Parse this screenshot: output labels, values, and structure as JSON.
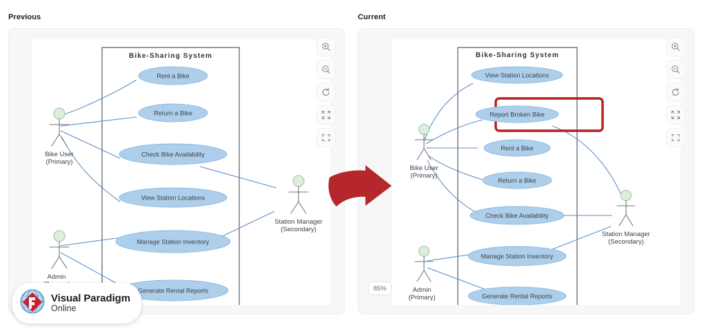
{
  "panels": [
    {
      "caption": "Previous",
      "diagram": {
        "system_title": "Bike-Sharing System",
        "use_cases": [
          "Rent a Bike",
          "Return a Bike",
          "Check Bike Availability",
          "View Station Locations",
          "Manage Station Inventory",
          "Generate Rental Reports"
        ],
        "actors": [
          {
            "name": "Bike User",
            "role": "(Primary)"
          },
          {
            "name": "Admin",
            "role": "(Primary)"
          },
          {
            "name": "Station Manager",
            "role": "(Secondary)"
          }
        ]
      },
      "toolbar": [
        {
          "icon": "zoom-in-icon",
          "label": "Zoom In"
        },
        {
          "icon": "zoom-out-icon",
          "label": "Zoom Out"
        },
        {
          "icon": "reset-icon",
          "label": "Reset View"
        },
        {
          "icon": "fit-screen-icon",
          "label": "Fit to Screen"
        },
        {
          "icon": "fullscreen-icon",
          "label": "Fullscreen"
        }
      ]
    },
    {
      "caption": "Current",
      "diagram": {
        "system_title": "Bike-Sharing System",
        "use_cases": [
          "View Station Locations",
          "Report Broken Bike",
          "Rent a Bike",
          "Return a Bike",
          "Check Bike Availability",
          "Manage Station Inventory",
          "Generate Rental Reports"
        ],
        "highlighted_use_case": "Report Broken Bike",
        "actors": [
          {
            "name": "Bike User",
            "role": "(Primary)"
          },
          {
            "name": "Admin",
            "role": "(Primary)"
          },
          {
            "name": "Station Manager",
            "role": "(Secondary)"
          }
        ]
      },
      "zoom_level": "85%",
      "toolbar": [
        {
          "icon": "zoom-in-icon",
          "label": "Zoom In"
        },
        {
          "icon": "zoom-out-icon",
          "label": "Zoom Out"
        },
        {
          "icon": "reset-icon",
          "label": "Reset View"
        },
        {
          "icon": "fit-screen-icon",
          "label": "Fit to Screen"
        },
        {
          "icon": "fullscreen-icon",
          "label": "Fullscreen"
        }
      ]
    }
  ],
  "transition": {
    "icon": "curved-right-arrow-icon",
    "color": "#b5272a"
  },
  "watermark": {
    "line1": "Visual Paradigm",
    "line2": "Online",
    "icon": "vp-globe-logo-icon"
  },
  "colors": {
    "use_case_fill": "#aecfeb",
    "use_case_stroke": "#8cb9e0",
    "association": "#5b8fc9",
    "actor_head": "#ddeedd",
    "highlight": "#b51f20",
    "panel_bg": "#f7f7f8"
  }
}
